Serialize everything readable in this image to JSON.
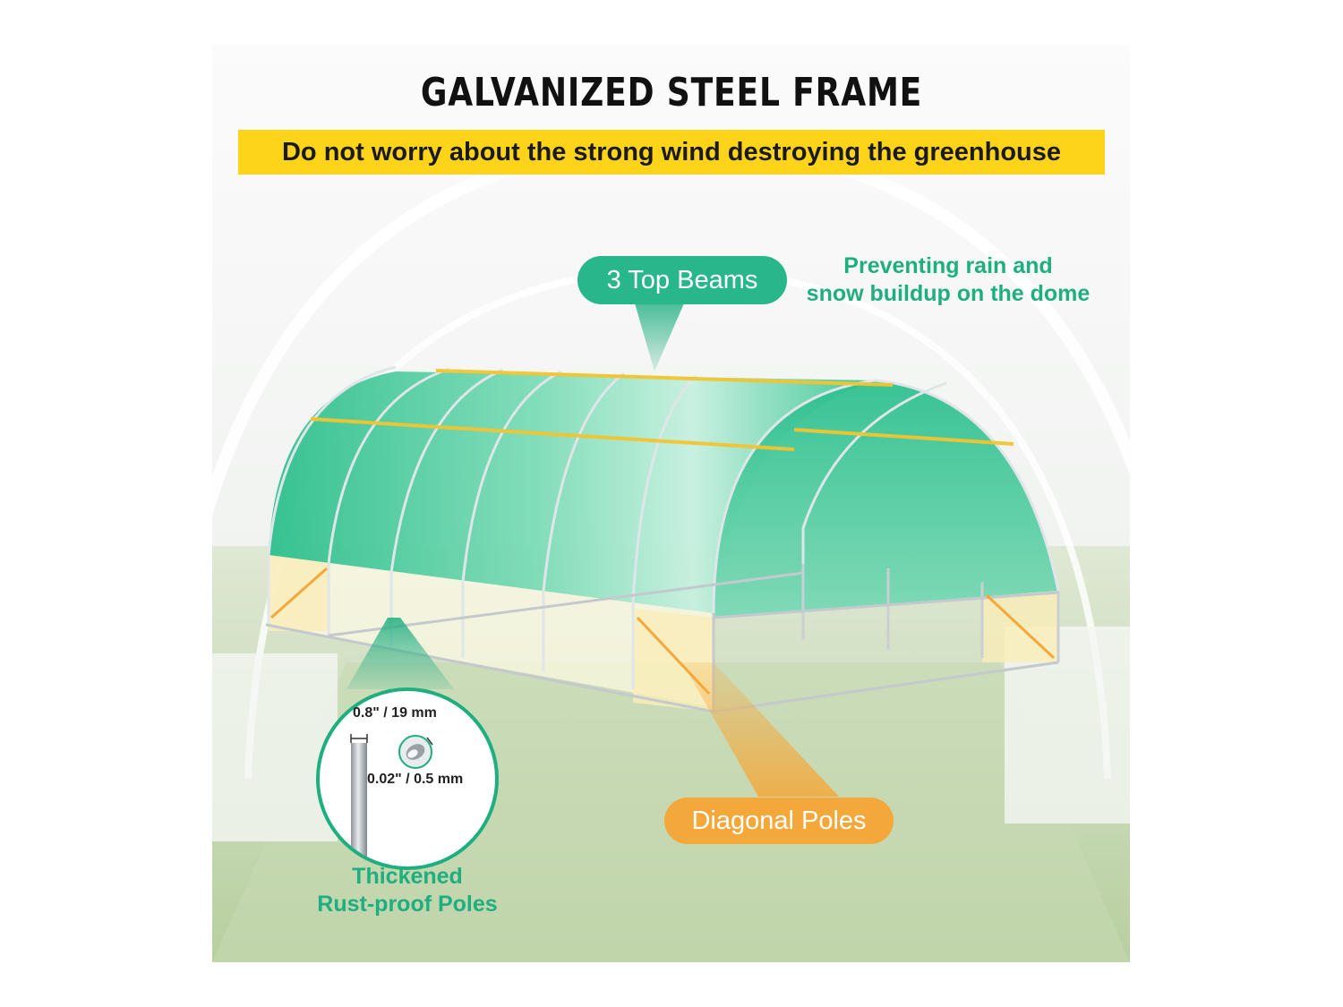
{
  "header": {
    "title": "GALVANIZED STEEL FRAME",
    "banner": "Do not worry about the strong wind destroying the greenhouse"
  },
  "callouts": {
    "top_beams": {
      "label": "3 Top Beams",
      "note_line1": "Preventing rain and",
      "note_line2": "snow buildup on the dome"
    },
    "diagonal_poles": {
      "label": "Diagonal Poles"
    },
    "poles": {
      "label_line1": "Thickened",
      "label_line2": "Rust-proof Poles",
      "diameter": "0.8\" / 19 mm",
      "thickness": "0.02\" / 0.5 mm"
    }
  },
  "colors": {
    "banner": "#fdd419",
    "accent_green": "#28b68b",
    "note_green": "#1fae80",
    "accent_orange": "#f5a83a",
    "cover_green": "#2fc08f",
    "beam_yellow": "#f2c531"
  }
}
